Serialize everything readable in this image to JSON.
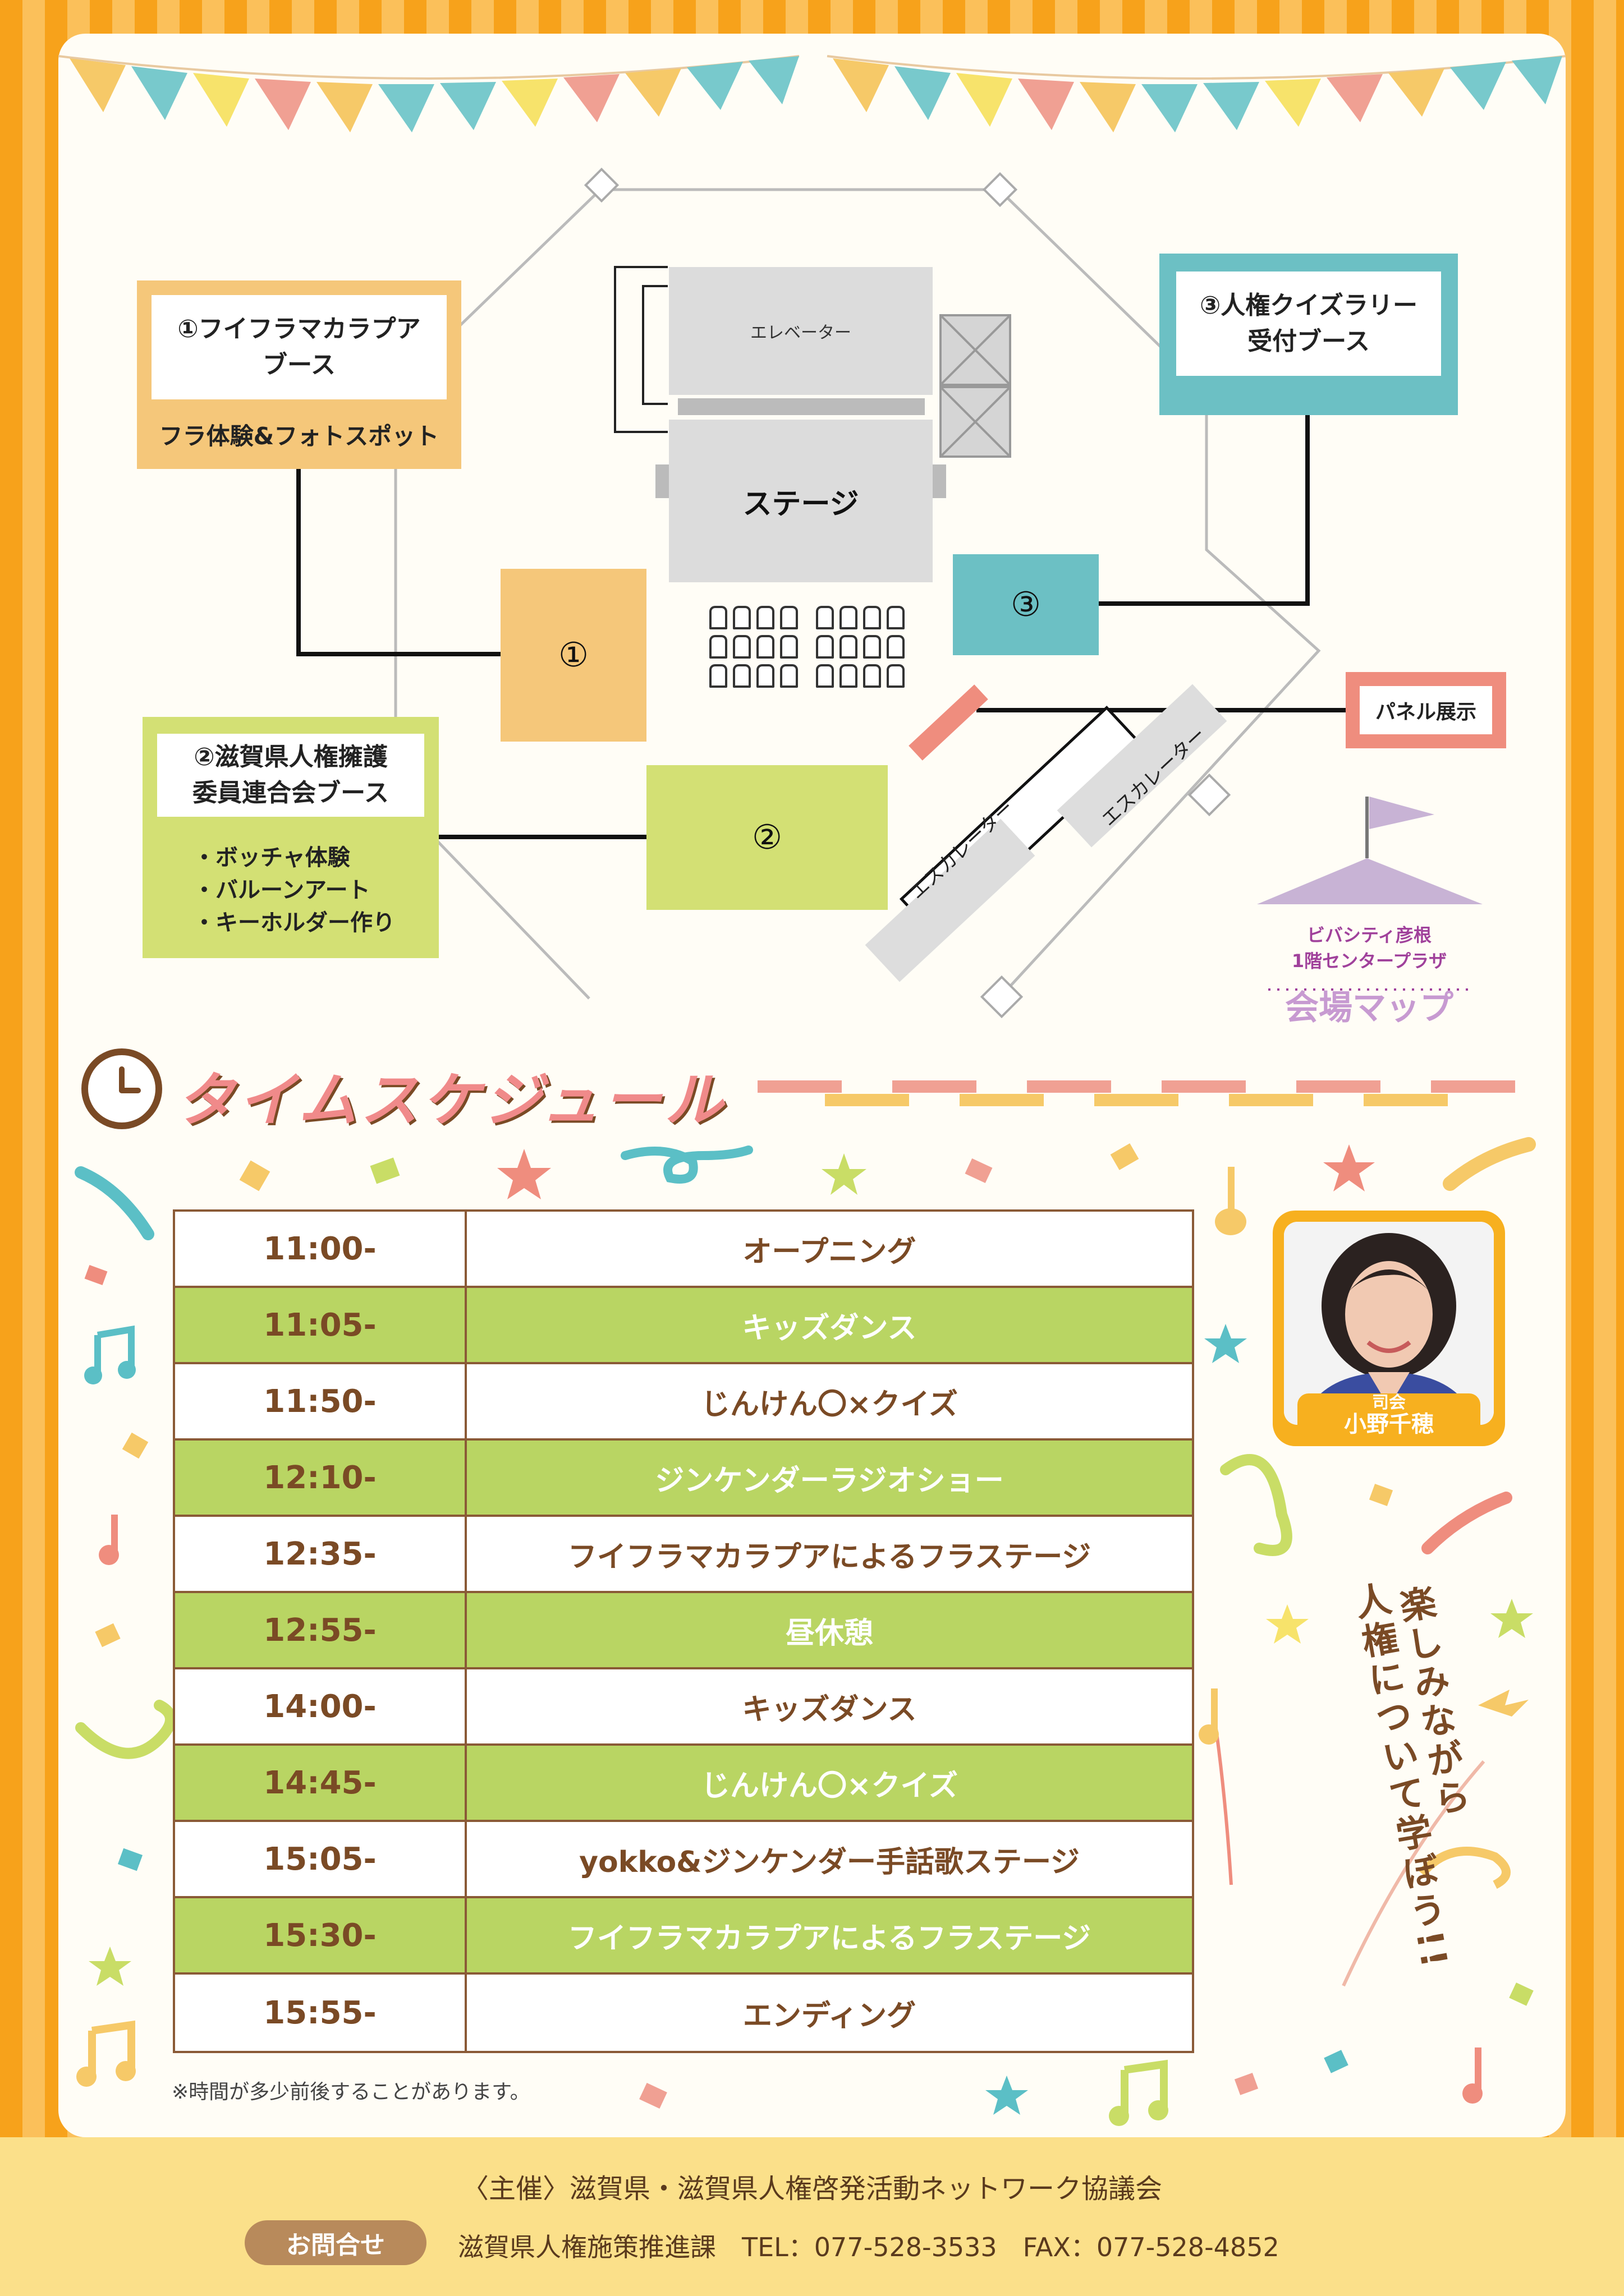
{
  "map": {
    "booth1": {
      "title": "①フイフラマカラプアブース",
      "title_line1": "①フイフラマカラプア",
      "title_line2": "ブース",
      "subtitle": "フラ体験&フォトスポット"
    },
    "booth2": {
      "title_line1": "②滋賀県人権擁護",
      "title_line2": "委員連合会ブース",
      "items": [
        "・ボッチャ体験",
        "・バルーンアート",
        "・キーホルダー作り"
      ]
    },
    "booth3": {
      "title_line1": "③人権クイズラリー",
      "title_line2": "受付ブース"
    },
    "elevator": "エレベーター",
    "stage": "ステージ",
    "spot1": "①",
    "spot2": "②",
    "spot3": "③",
    "panel_exhibit": "パネル展示",
    "escalator1": "エスカレーター",
    "escalator2": "エスカレーター",
    "venue_line1": "ビバシティ彦根",
    "venue_line2": "1階センタープラザ",
    "venue_title": "会場マップ"
  },
  "schedule": {
    "title": "タイムスケジュール",
    "rows": [
      {
        "time": "11:00-",
        "event": "オープニング",
        "style": "white"
      },
      {
        "time": "11:05-",
        "event": "キッズダンス",
        "style": "green"
      },
      {
        "time": "11:50-",
        "event": "じんけん〇×クイズ",
        "style": "white"
      },
      {
        "time": "12:10-",
        "event": "ジンケンダーラジオショー",
        "style": "green"
      },
      {
        "time": "12:35-",
        "event": "フイフラマカラプアによるフラステージ",
        "style": "white"
      },
      {
        "time": "12:55-",
        "event": "昼休憩",
        "style": "green"
      },
      {
        "time": "14:00-",
        "event": "キッズダンス",
        "style": "white"
      },
      {
        "time": "14:45-",
        "event": "じんけん〇×クイズ",
        "style": "green"
      },
      {
        "time": "15:05-",
        "event": "yokko&ジンケンダー手話歌ステージ",
        "style": "white"
      },
      {
        "time": "15:30-",
        "event": "フイフラマカラプアによるフラステージ",
        "style": "green"
      },
      {
        "time": "15:55-",
        "event": "エンディング",
        "style": "white"
      }
    ],
    "note": "※時間が多少前後することがあります。"
  },
  "mc": {
    "role": "司会",
    "name": "小野千穂"
  },
  "slogan": {
    "line1": "楽しみながら",
    "line2": "人権について学ぼう!!"
  },
  "footer": {
    "organizer": "〈主催〉滋賀県・滋賀県人権啓発活動ネットワーク協議会",
    "contact_label": "お問合せ",
    "contact_text": "滋賀県人権施策推進課　TEL：077-528-3533　FAX：077-528-4852"
  },
  "colors": {
    "orange": "#f7a21b",
    "green": "#b9d563",
    "teal": "#6cc0c4",
    "peach": "#f5c77a",
    "pink": "#ef8d7e",
    "brown": "#7a4a25",
    "purple": "#a0419b"
  }
}
